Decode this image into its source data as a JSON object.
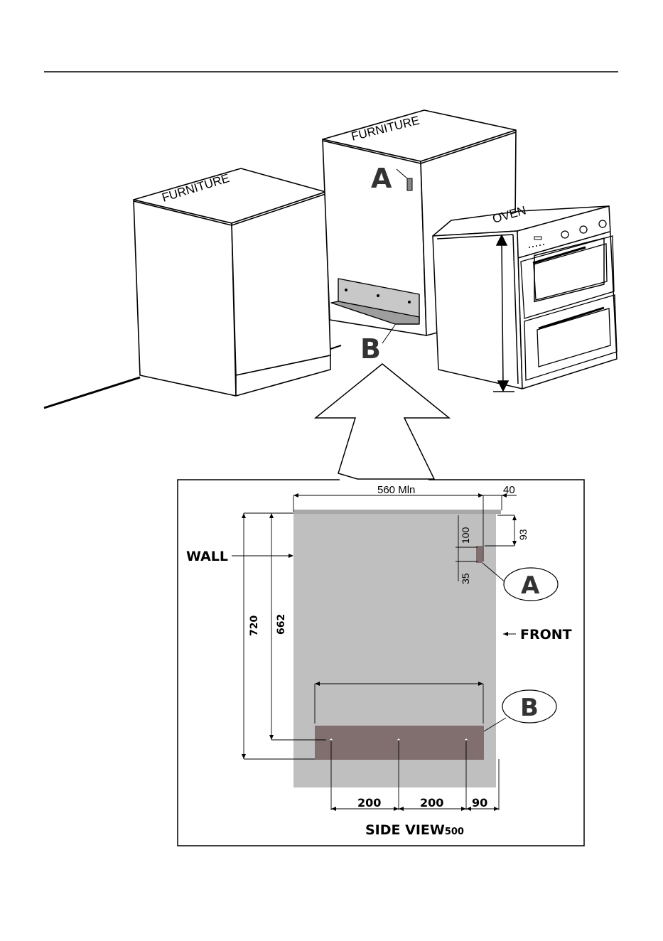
{
  "scene": {
    "furniture_left_label": "FURNITURE",
    "furniture_right_label": "FURNITURE",
    "oven_label": "OVEN",
    "marker_a": "A",
    "marker_b": "B"
  },
  "side_view": {
    "title": "SIDE VIEW",
    "title_suffix": "500",
    "wall_label": "WALL",
    "front_label": "FRONT",
    "marker_a": "A",
    "marker_b": "B",
    "dimensions": {
      "width": "560  Mln",
      "offset": "40",
      "height_total": "720",
      "height_inner": "662",
      "top_to_a": "100",
      "top_to_a_front": "93",
      "a_size": "35",
      "hole_spacing_1": "200",
      "hole_spacing_2": "200",
      "hole_to_front": "90"
    }
  },
  "colors": {
    "panel": "#c0bfbf",
    "bracket": "#816e6e",
    "line": "#000000"
  }
}
